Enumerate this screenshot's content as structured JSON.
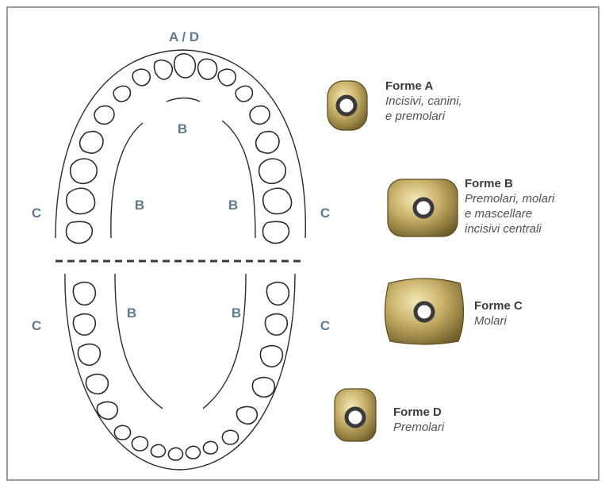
{
  "zones": {
    "top": "A / D",
    "b_label": "B",
    "c_label": "C"
  },
  "formes": [
    {
      "title": "Forme A",
      "lines": [
        "Incisivi, canini,",
        "e premolari"
      ]
    },
    {
      "title": "Forme B",
      "lines": [
        "Premolari, molari",
        "e mascellare",
        "incisivi centrali"
      ]
    },
    {
      "title": "Forme C",
      "lines": [
        "Molari"
      ]
    },
    {
      "title": "Forme D",
      "lines": [
        "Premolari"
      ]
    }
  ],
  "colors": {
    "zone_label": "#5d7a93",
    "frame": "#9a9a9a",
    "tooth_outline": "#2b2b2b",
    "crown_gold": "#c9b26a"
  }
}
